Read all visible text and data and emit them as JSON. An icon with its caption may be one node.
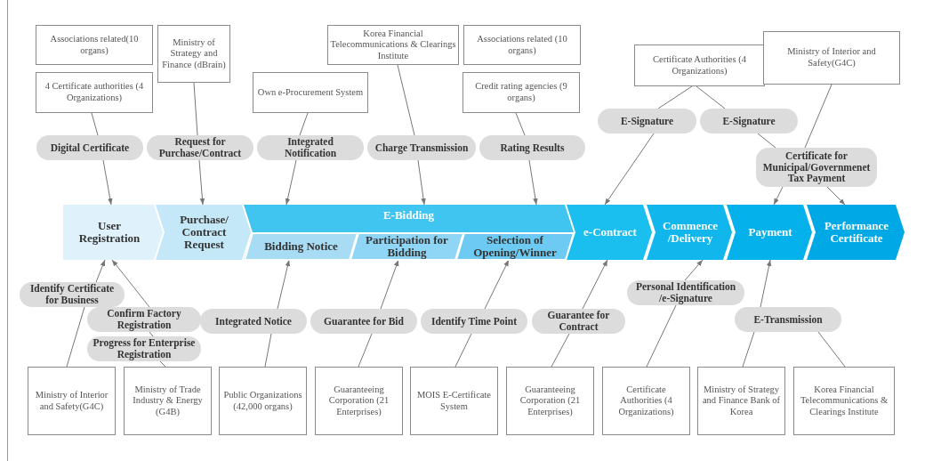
{
  "diagram": {
    "nodes": [
      {
        "text": [
          "Associations related(10 organs)"
        ]
      },
      {
        "text": [
          "4 Certificate authorities (4 Organizations)"
        ]
      },
      {
        "text": [
          "Ministry of Strategy and Finance (dBrain)"
        ]
      },
      {
        "text": [
          "Own e-Procurement System"
        ]
      },
      {
        "text": [
          "Korea Financial Telecommunications & Clearings Institute"
        ]
      },
      {
        "text": [
          "Associations related (10 organs)"
        ]
      },
      {
        "text": [
          "Credit rating agencies (9 organs)"
        ]
      },
      {
        "text": [
          "Certificate Authorities (4 Organizations)"
        ]
      },
      {
        "text": [
          "Ministry of Interior and Safety(G4C)"
        ]
      },
      {
        "text": [
          "Digital Certificate"
        ]
      },
      {
        "text": [
          "Request for Purchase/Contract"
        ]
      },
      {
        "text": [
          "Integrated Notification"
        ]
      },
      {
        "text": [
          "Charge Transmission"
        ]
      },
      {
        "text": [
          "Rating Results"
        ]
      },
      {
        "text": [
          "E-Signature"
        ]
      },
      {
        "text": [
          "E-Signature"
        ]
      },
      {
        "text": [
          "Certificate for Municipal/Governmenet Tax Payment"
        ]
      },
      {
        "text": [
          "User Registration"
        ]
      },
      {
        "text": [
          "Purchase/ Contract Request"
        ]
      },
      {
        "text": [
          "E-Bidding"
        ]
      },
      {
        "text": [
          "Bidding Notice"
        ],
        "in": 19
      },
      {
        "text": [
          "Participation for Bidding"
        ],
        "in": 19
      },
      {
        "text": [
          "Selection of Opening/Winner"
        ],
        "in": 19
      },
      {
        "text": [
          "e-Contract"
        ]
      },
      {
        "text": [
          "Commence /Delivery"
        ]
      },
      {
        "text": [
          "Payment"
        ]
      },
      {
        "text": [
          "Performance Certificate"
        ]
      },
      {
        "text": [
          "Identify Certificate for Business"
        ]
      },
      {
        "text": [
          "Confirm Factory Registration"
        ]
      },
      {
        "text": [
          "Progress for Enterprise Registration"
        ]
      },
      {
        "text": [
          "Integrated Notice"
        ]
      },
      {
        "text": [
          "Guarantee for Bid"
        ]
      },
      {
        "text": [
          "Identify Time Point"
        ]
      },
      {
        "text": [
          "Guarantee for Contract"
        ]
      },
      {
        "text": [
          "Personal Identification /e-Signature"
        ]
      },
      {
        "text": [
          "E-Transmission"
        ]
      },
      {
        "text": [
          "Ministry of Interior and Safety(G4C)"
        ]
      },
      {
        "text": [
          "Ministry of Trade Industry & Energy (G4B)"
        ]
      },
      {
        "text": [
          "Public Organizations (42,000 organs)"
        ]
      },
      {
        "text": [
          "Guaranteeing Corporation (21 Enterprises)"
        ]
      },
      {
        "text": [
          "MOIS E-Certificate System"
        ]
      },
      {
        "text": [
          "Guaranteeing Corporation (21 Enterprises)"
        ]
      },
      {
        "text": [
          "Certificate Authorities (4 Organizations)"
        ]
      },
      {
        "text": [
          "Ministry of Strategy and Finance Bank of Korea"
        ]
      },
      {
        "text": [
          "Korea Financial Telecommunications & Clearings Institute"
        ]
      }
    ],
    "edges": [
      {
        "from": 1,
        "to": 9,
        "arrow": "none"
      },
      {
        "from": 9,
        "to": 17,
        "arrow": "to"
      },
      {
        "from": 2,
        "to": 10,
        "arrow": "none"
      },
      {
        "from": 10,
        "to": 18,
        "arrow": "to"
      },
      {
        "from": 3,
        "to": 11,
        "arrow": "none"
      },
      {
        "from": 11,
        "to": 19,
        "arrow": "to"
      },
      {
        "from": 4,
        "to": 12,
        "arrow": "none"
      },
      {
        "from": 12,
        "to": 19,
        "arrow": "to"
      },
      {
        "from": 6,
        "to": 13,
        "arrow": "none"
      },
      {
        "from": 13,
        "to": 19,
        "arrow": "to"
      },
      {
        "from": 7,
        "to": 14,
        "arrow": "none"
      },
      {
        "from": 14,
        "to": 23,
        "arrow": "to"
      },
      {
        "from": 7,
        "to": 15,
        "arrow": "none"
      },
      {
        "from": 15,
        "to": 16,
        "arrow": "none"
      },
      {
        "from": 8,
        "to": 16,
        "arrow": "none"
      },
      {
        "from": 16,
        "to": 25,
        "arrow": "to"
      },
      {
        "from": 16,
        "to": 26,
        "arrow": "to"
      },
      {
        "from": 36,
        "to": 27,
        "arrow": "none"
      },
      {
        "from": 27,
        "to": 17,
        "arrow": "to"
      },
      {
        "from": 37,
        "to": 29,
        "arrow": "none"
      },
      {
        "from": 29,
        "to": 28,
        "arrow": "none"
      },
      {
        "from": 28,
        "to": 17,
        "arrow": "to"
      },
      {
        "from": 38,
        "to": 30,
        "arrow": "none"
      },
      {
        "from": 30,
        "to": 20,
        "arrow": "to"
      },
      {
        "from": 39,
        "to": 31,
        "arrow": "none"
      },
      {
        "from": 31,
        "to": 21,
        "arrow": "to"
      },
      {
        "from": 40,
        "to": 32,
        "arrow": "none"
      },
      {
        "from": 32,
        "to": 22,
        "arrow": "to"
      },
      {
        "from": 41,
        "to": 33,
        "arrow": "none"
      },
      {
        "from": 33,
        "to": 23,
        "arrow": "to"
      },
      {
        "from": 42,
        "to": 34,
        "arrow": "none"
      },
      {
        "from": 34,
        "to": 24,
        "arrow": "to"
      },
      {
        "from": 43,
        "to": 35,
        "arrow": "none"
      },
      {
        "from": 44,
        "to": 35,
        "arrow": "none"
      },
      {
        "from": 35,
        "to": 25,
        "arrow": "to"
      }
    ]
  }
}
